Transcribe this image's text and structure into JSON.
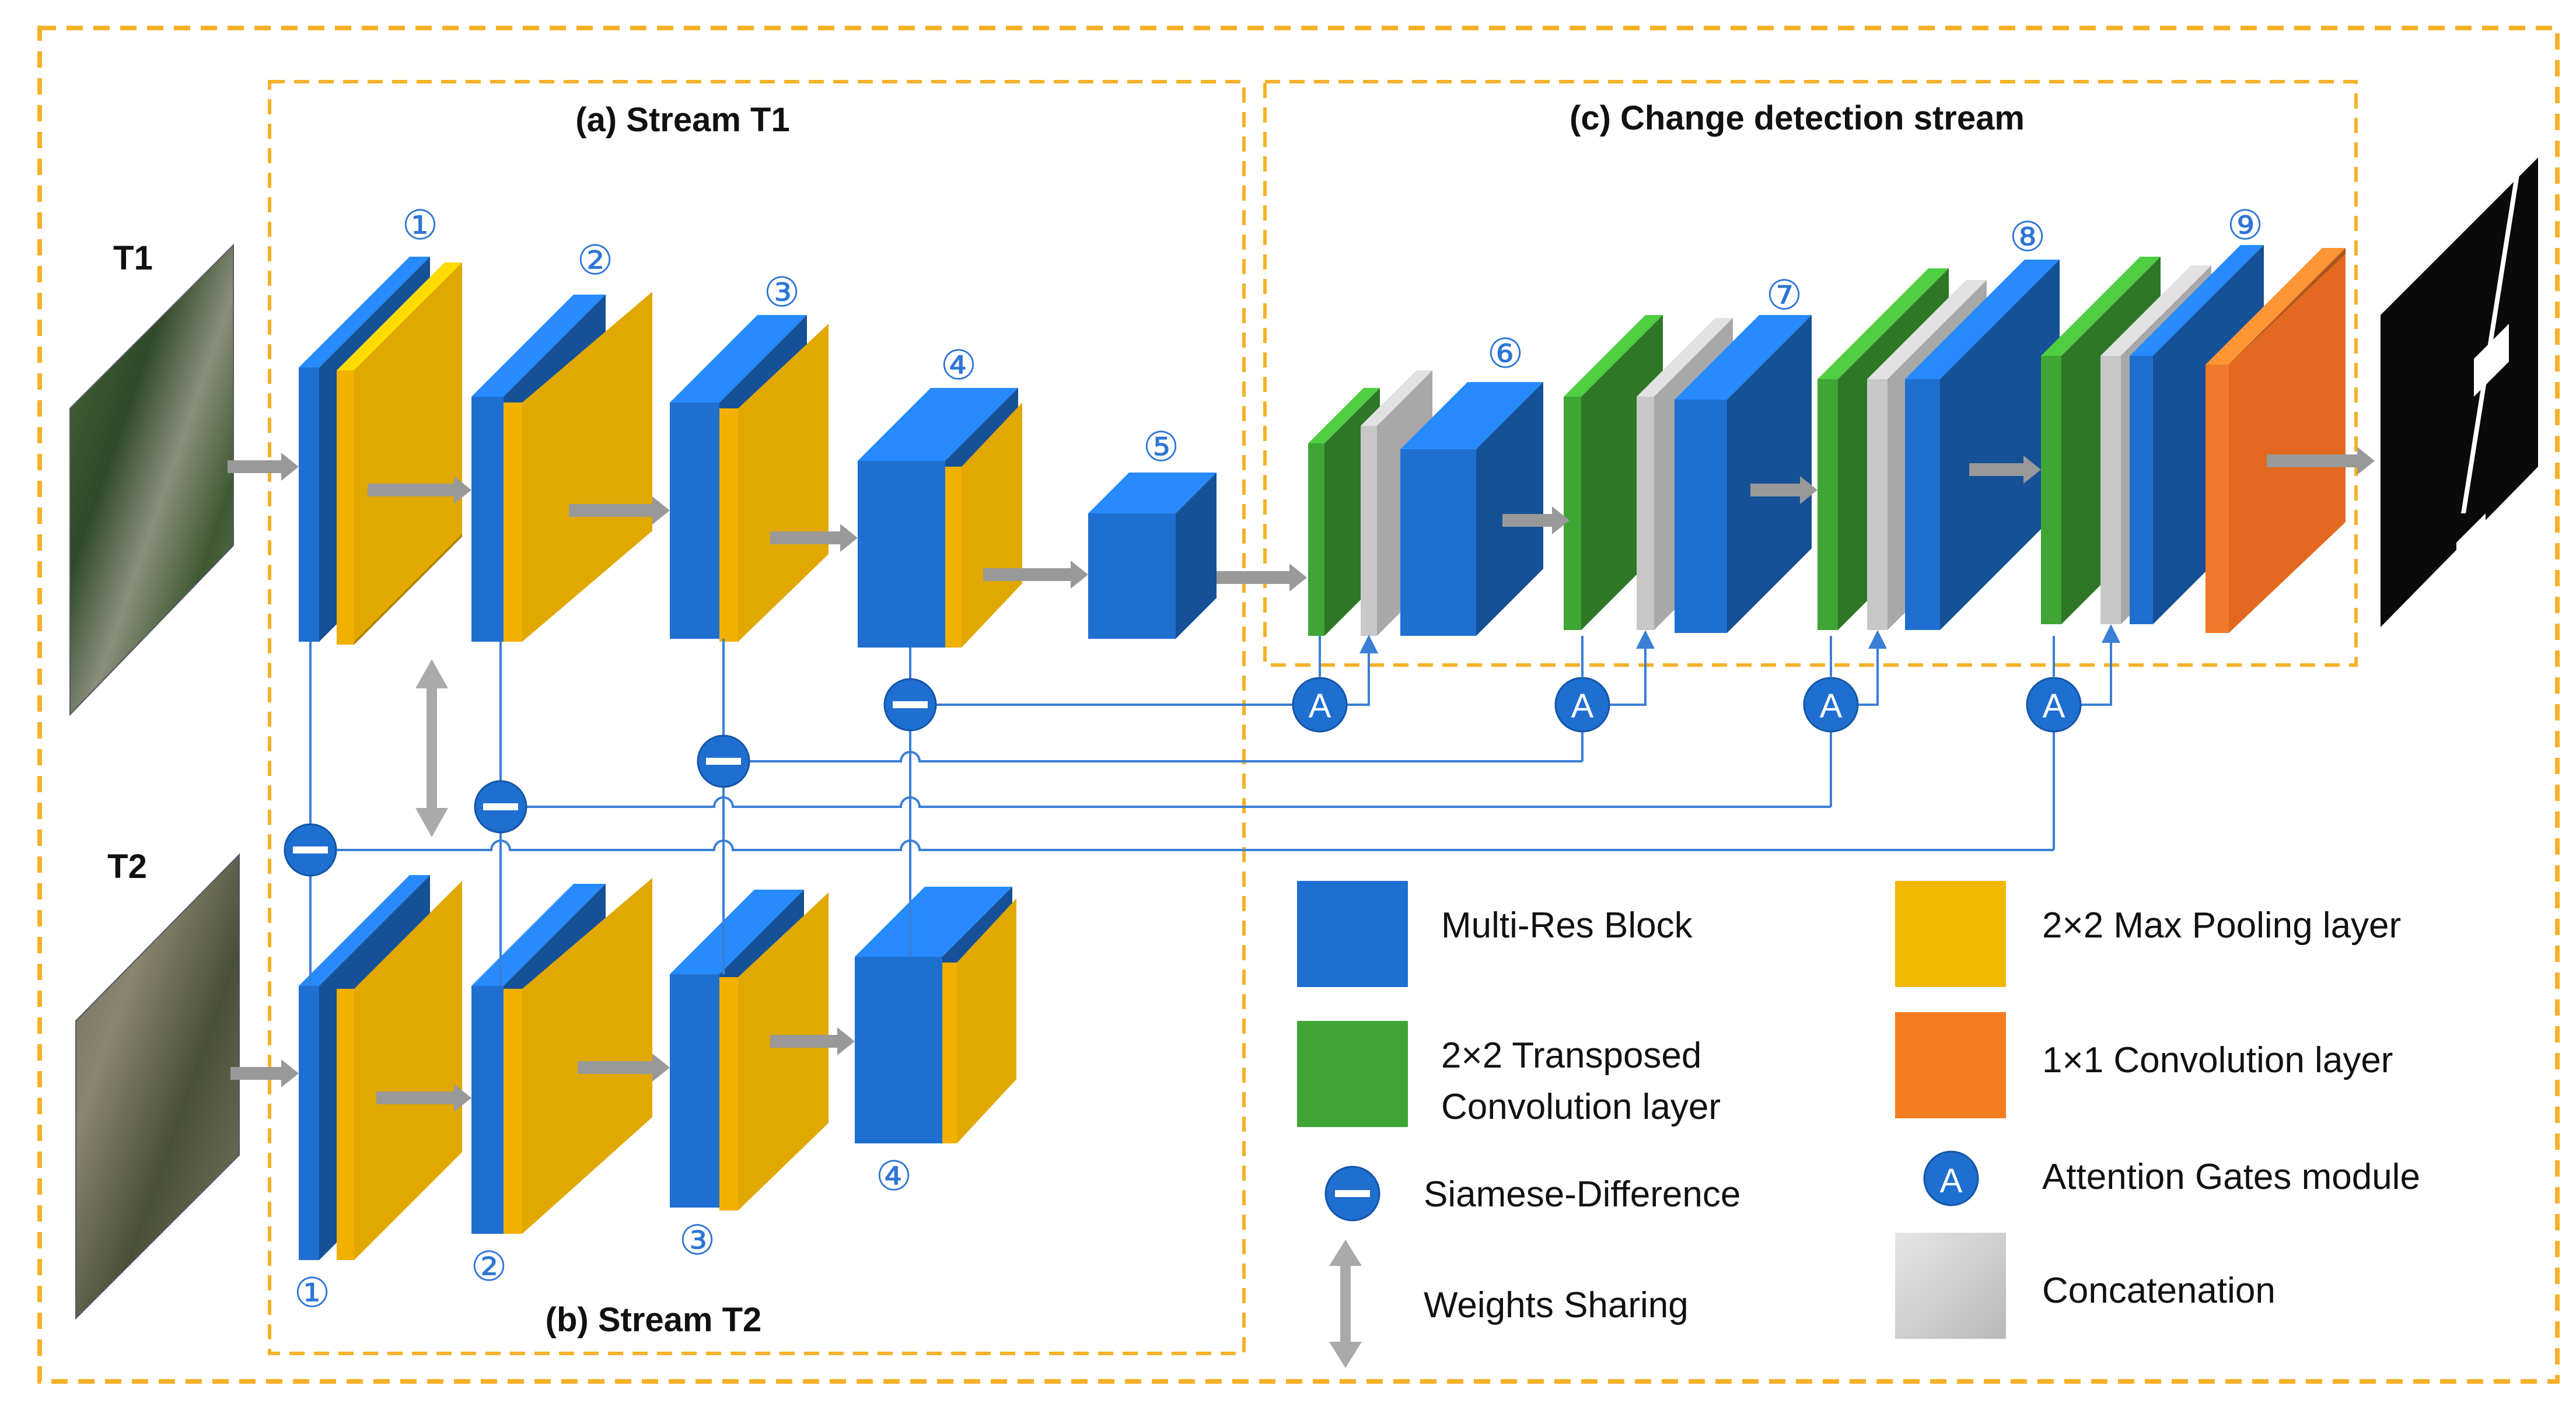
{
  "labels": {
    "stream_t1": "(a) Stream T1",
    "stream_t2": "(b) Stream T2",
    "change_stream": "(c) Change detection stream",
    "input_t1": "T1",
    "input_t2": "T2"
  },
  "stage_numbers": {
    "t1": [
      "①",
      "②",
      "③",
      "④",
      "⑤"
    ],
    "t2": [
      "①",
      "②",
      "③",
      "④"
    ],
    "decoder": [
      "⑥",
      "⑦",
      "⑧",
      "⑨"
    ]
  },
  "symbols": {
    "attention": "A"
  },
  "legend": {
    "multi_res": "Multi-Res Block",
    "transposed_line1": "2×2 Transposed",
    "transposed_line2": "Convolution layer",
    "siamese": "Siamese-Difference",
    "weights": "Weights Sharing",
    "max_pool": "2×2 Max Pooling layer",
    "conv1x1": "1×1 Convolution layer",
    "attention_gates": "Attention Gates module",
    "concat": "Concatenation"
  },
  "colors": {
    "multi_res_block": "#1f6fd0",
    "max_pooling": "#f2b000",
    "transposed_conv": "#3fa535",
    "conv1x1": "#f0782a",
    "concatenation": "#c8c8c8",
    "dashed_frame": "#f5b12a",
    "connector": "#3a7fd6",
    "arrow": "#999999"
  }
}
